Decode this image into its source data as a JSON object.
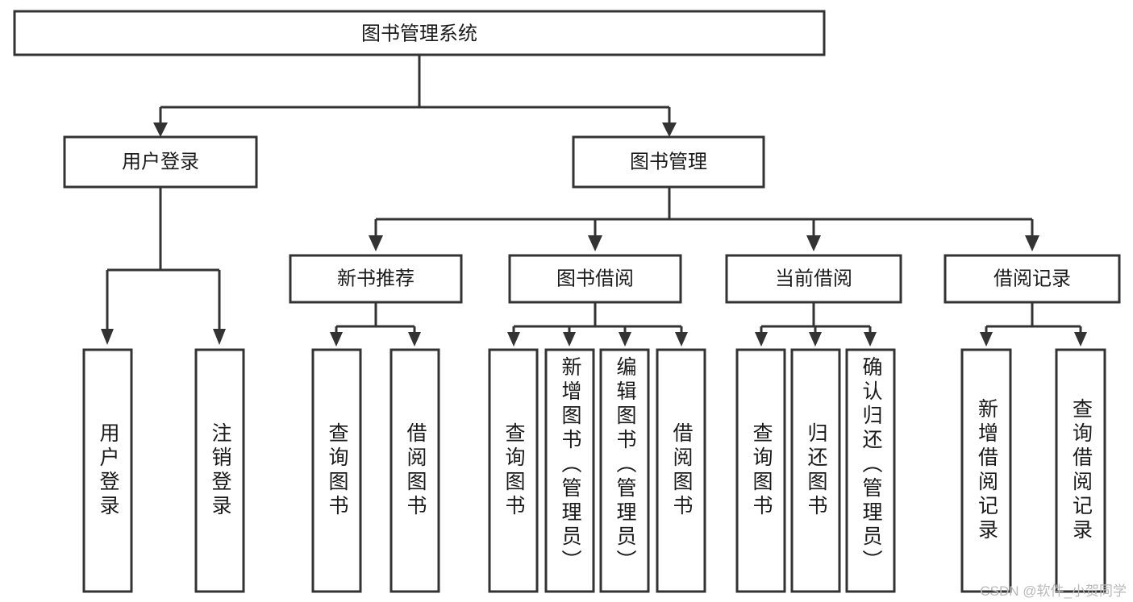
{
  "diagram": {
    "type": "tree",
    "orientation": "top-down",
    "title": "图书管理系统",
    "colors": {
      "background": "#ffffff",
      "box_fill": "#ffffff",
      "box_stroke": "#333333",
      "text": "#1a1a1a",
      "watermark": "#b9b9b9"
    },
    "levels": {
      "level0": [
        {
          "id": "root",
          "label": "图书管理系统"
        }
      ],
      "level1": [
        {
          "id": "user-login",
          "label": "用户登录",
          "parent": "root"
        },
        {
          "id": "book-manage",
          "label": "图书管理",
          "parent": "root"
        }
      ],
      "level2": [
        {
          "id": "new-book-rec",
          "label": "新书推荐",
          "parent": "book-manage"
        },
        {
          "id": "book-borrow",
          "label": "图书借阅",
          "parent": "book-manage"
        },
        {
          "id": "current-borrow",
          "label": "当前借阅",
          "parent": "book-manage"
        },
        {
          "id": "borrow-record",
          "label": "借阅记录",
          "parent": "book-manage"
        }
      ],
      "level3": [
        {
          "id": "leaf-user-login",
          "label": "用户登录",
          "parent": "user-login"
        },
        {
          "id": "leaf-logout",
          "label": "注销登录",
          "parent": "user-login"
        },
        {
          "id": "leaf-query-book-1",
          "label": "查询图书",
          "parent": "new-book-rec"
        },
        {
          "id": "leaf-borrow-book-1",
          "label": "借阅图书",
          "parent": "new-book-rec"
        },
        {
          "id": "leaf-query-book-2",
          "label": "查询图书",
          "parent": "book-borrow"
        },
        {
          "id": "leaf-add-book",
          "label": "新增图书（管理员）",
          "parent": "book-borrow"
        },
        {
          "id": "leaf-edit-book",
          "label": "编辑图书（管理员）",
          "parent": "book-borrow"
        },
        {
          "id": "leaf-borrow-book-2",
          "label": "借阅图书",
          "parent": "book-borrow"
        },
        {
          "id": "leaf-query-book-3",
          "label": "查询图书",
          "parent": "current-borrow"
        },
        {
          "id": "leaf-return-book",
          "label": "归还图书",
          "parent": "current-borrow"
        },
        {
          "id": "leaf-confirm-return",
          "label": "确认归还（管理员）",
          "parent": "current-borrow"
        },
        {
          "id": "leaf-add-record",
          "label": "新增借阅记录",
          "parent": "borrow-record"
        },
        {
          "id": "leaf-query-record",
          "label": "查询借阅记录",
          "parent": "borrow-record"
        }
      ]
    },
    "watermark": "CSDN @软件_小贺同学"
  }
}
